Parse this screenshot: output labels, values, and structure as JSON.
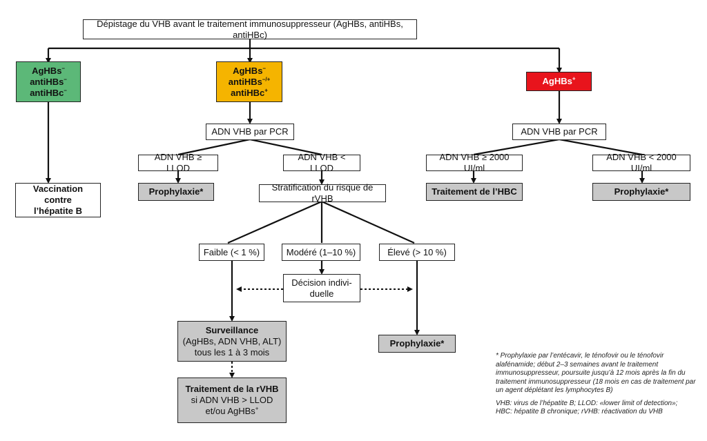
{
  "nodes": {
    "root": "Dépistage du VHB avant le traitement immunosuppresseur (AgHBs, antiHBs, antiHBc)",
    "neg": {
      "l1": "AgHBs",
      "s1": "–",
      "l2": "antiHBs",
      "s2": "–",
      "l3": "antiHBc",
      "s3": "–"
    },
    "mid": {
      "l1": "AgHBs",
      "s1": "–",
      "l2": "antiHBs",
      "s2": "–/+",
      "l3": "antiHBc",
      "s3": "+"
    },
    "pos": {
      "l1": "AgHBs",
      "s1": "+"
    },
    "vaccination": {
      "l1": "Vaccination contre",
      "l2": "l’hépatite B"
    },
    "pcr_left": "ADN VHB par PCR",
    "pcr_right": "ADN VHB par PCR",
    "adn_ge_llod": "ADN VHB ≥ LLOD",
    "adn_lt_llod": "ADN VHB < LLOD",
    "adn_ge_2000": "ADN VHB ≥ 2000 UI/ml",
    "adn_lt_2000": "ADN VHB < 2000 UI/ml",
    "prophy_1": "Prophylaxie*",
    "prophy_2": "Prophylaxie*",
    "prophy_3": "Prophylaxie*",
    "traitement_hbc": "Traitement de l’HBC",
    "stratification": "Stratification du risque de rVHB",
    "faible": "Faible (< 1 %)",
    "modere": "Modéré (1–10 %)",
    "eleve": "Élevé (> 10 %)",
    "decision": {
      "l1": "Décision indivi-",
      "l2": "duelle"
    },
    "surveillance": {
      "l1": "Surveillance",
      "l2": "(AgHBs, ADN VHB, ALT)",
      "l3": "tous les 1 à 3 mois"
    },
    "traitement_rvhb": {
      "l1": "Traitement de la rVHB",
      "l2": "si ADN VHB > LLOD",
      "l3": "et/ou AgHBs",
      "s3": "+"
    }
  },
  "footnote": {
    "p1": "* Prophylaxie par l’entécavir, le ténofovir ou le ténofovir alafénamide; début 2–3 semaines avant le traitement immunosuppresseur, poursuite jusqu’à 12 mois après la fin du traitement immunosuppresseur (18 mois en cas de traitement par un agent déplétant les lymphocytes B)",
    "p2": "VHB: virus de l’hépatite B; LLOD: «lower limit of detection»; HBC: hépatite B chronique; rVHB: réactivation du VHB"
  },
  "colors": {
    "negative": "#5cb878",
    "intermediate": "#f5b400",
    "positive": "#e8141c",
    "emphasis": "#c8c8c8"
  }
}
